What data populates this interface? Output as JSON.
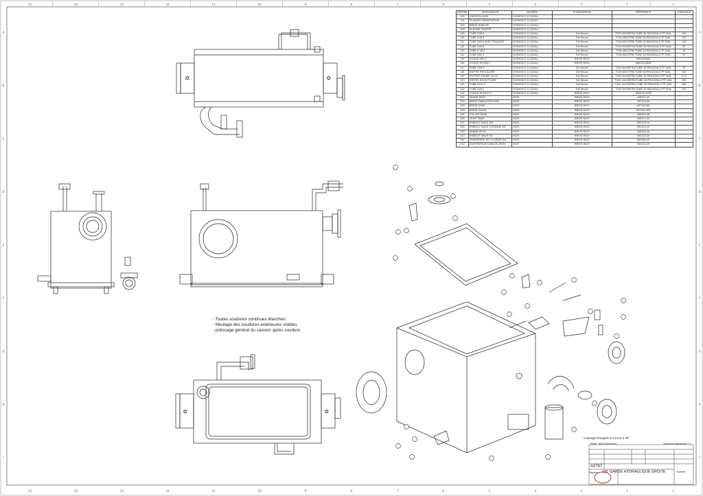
{
  "bom": {
    "headers": [
      "REPERE",
      "DESIGNATION",
      "MATIERE",
      "FOURNISSEUR",
      "REFERENCE",
      "LONGUEUR"
    ],
    "rows": [
      [
        "100",
        "CAISSON INOX",
        "DIONOX17-12 (316L)",
        "",
        "",
        ""
      ],
      [
        "101",
        "PLAQUE D'ADAPTATION",
        "DIONOX17-12 (316L)",
        "",
        "",
        ""
      ],
      [
        "102",
        "BRIDE HUBLOT",
        "DIONOX17-12 (316L)",
        "",
        "",
        ""
      ],
      [
        "103",
        "PLATINE TRAPPE",
        "DIONOX17-12 (316L)",
        "",
        "",
        ""
      ],
      [
        "109",
        "TUBE D26,9",
        "DIONOX17-12 (316L)",
        "Dei Neuve",
        "TCIN 26X2BTRA TUBE 33 RIN10316-3 TP 316L",
        "150"
      ],
      [
        "110",
        "TUBE D48,3",
        "DIONOX17-12 (316L)",
        "Dei Neuve",
        "TCIN 48X2TRM TUBE 33 RIN10316-3 TP 316L",
        "120"
      ],
      [
        "111",
        "TUBE D60,3 AVEC PIQUAGE",
        "DIONOX17-12 (316L)",
        "Dei Neuve",
        "TCIN 60X2TRM TUBE 33 RIN10316-3 TP 316L",
        "140"
      ],
      [
        "112",
        "TUBE D26,9",
        "DIONOX17-12 (316L)",
        "Dei Neuve",
        "TCIN 26X2BTRA TUBE 33 RIN10316-3 TP 316L",
        "20"
      ],
      [
        "113",
        "TUBE D 48,3",
        "DIONOX17-12 (316L)",
        "Dei Neuve",
        "TCIN 48X2TRM TUBE 33 RIN10316-3 TP 316L",
        "14"
      ],
      [
        "114",
        "TUBE D60,3",
        "DIONOX17-12 (316L)",
        "Dei Neuve",
        "TCIN 60X2TRM TUBE 33 RIN10316-3 TP 316L",
        "90"
      ],
      [
        "115",
        "COUDE D60,3",
        "DIONOX17-12 (316L)",
        "BRIVE INOX",
        "656133-603",
        ""
      ],
      [
        "116",
        "COUDE 90 D26,7",
        "DIONOX17-12 (316L)",
        "BRIVE INOX",
        "656133-2626",
        ""
      ],
      [
        "117",
        "TUBE D26,9",
        "DIONOX17-12 (316L)",
        "Dei Neuve",
        "TCIN 26X2BTRA TUBE 33 RIN10316-3 TP 316L",
        "70"
      ],
      [
        "118",
        "SORTIE REGULAIRE",
        "DIONOX17-12 (316L)",
        "Dei Neuve",
        "TCIN 60X2TRM TUBE 33 RIN10316-3 TP 316L",
        "150"
      ],
      [
        "119",
        "ENTREE VANNE DN 20",
        "DIONOX17-12 (316L)",
        "Dei Neuve",
        "TCIN 26X2BTRA TUBE 33 RIN10316-3 TP 316L",
        "57,5"
      ],
      [
        "120",
        "SORTIE EGOUTTURE",
        "DIONOX17-12 (316L)",
        "Dei Neuve",
        "TCIN 114X2BTRA TUBE 33 RIN10316-3 TP 316L",
        "150"
      ],
      [
        "121",
        "TUBE D114,3",
        "DIONOX17-12 (316L)",
        "Dei Neuve",
        "TCIN 114X2BTRA TUBE 33 RIN10316-3 TP 316L",
        "298"
      ],
      [
        "122",
        "TUBE D26,9",
        "DIONOX17-12 (316L)",
        "Dei Neuve",
        "TCIN 26X2BTRA TUBE 33 RIN10316-3 TP 316L",
        "122"
      ],
      [
        "124",
        "COUDE 90 D114,3",
        "DIONOX17-12 (316L)",
        "BRIVE INOX",
        "656133-1143",
        ""
      ],
      [
        "201",
        "VANNE DN20",
        "INOX",
        "BRIVE INOX",
        "408171-20",
        ""
      ],
      [
        "202",
        "BRIDE EMBOUTIE DN40",
        "INOX",
        "BRIVE INOX",
        "657113-40",
        ""
      ],
      [
        "203",
        "BRIDE DN50",
        "INOX",
        "BRIVE INOX",
        "657140-50",
        ""
      ],
      [
        "204",
        "BRIDE DN100",
        "INOX",
        "BRIVE INOX",
        "657140-100",
        ""
      ],
      [
        "205",
        "COLLET DN40",
        "INOX",
        "BRIVE INOX",
        "656323-48",
        ""
      ],
      [
        "206",
        "JOINT DN40",
        "INOX",
        "BRIVE INOX",
        "408171-50",
        ""
      ],
      [
        "207",
        "EMBOUT MALE 3/8",
        "INOX",
        "BRIVE INOX",
        "652123-10",
        ""
      ],
      [
        "208",
        "EMBOUT MALE CONIQUE 3/8",
        "INOX",
        "BRIVE INOX",
        "651424-10",
        ""
      ],
      [
        "209",
        "VANNE DN15",
        "INOX",
        "BRIVE INOX",
        "408143-15",
        ""
      ],
      [
        "210",
        "EMBOUT MALE 3/4",
        "INOX",
        "BRIVE INOX",
        "652123-20",
        ""
      ],
      [
        "211",
        "TRAVERSEE DE CLOISON 3/4",
        "INOX",
        "BRIVE INOX",
        "652264-20",
        ""
      ],
      [
        "212",
        "ADAPTATEUR KAMLOK DN20",
        "INOX",
        "BRIVE INOX",
        "652143-20",
        ""
      ]
    ]
  },
  "notes": [
    "- Toutes soudures continues étanches",
    "- Meulage des soudures extérieures visibles",
    "- polissage général du caisson après soudure"
  ],
  "title_block": {
    "cassage": "Cassage d'angles 0,3 à 0,5 x 45°",
    "matiere": "Matiè : INOX Aluminium",
    "tolerances": "Tolérances générales ± 1",
    "drawing_no": "A0767",
    "title": "GARDE HYDRAULIQUE DROITE",
    "repere_label": "Repère :",
    "repere_value": "100",
    "echelle": "Echelle"
  },
  "frame": {
    "top_zones": [
      "15",
      "14",
      "13",
      "12",
      "11",
      "10",
      "9",
      "8",
      "7",
      "6",
      "5",
      "4",
      "3",
      "2",
      "1"
    ],
    "side_zones": [
      "A",
      "B",
      "C",
      "D",
      "E",
      "F",
      "G",
      "H",
      "I"
    ]
  }
}
